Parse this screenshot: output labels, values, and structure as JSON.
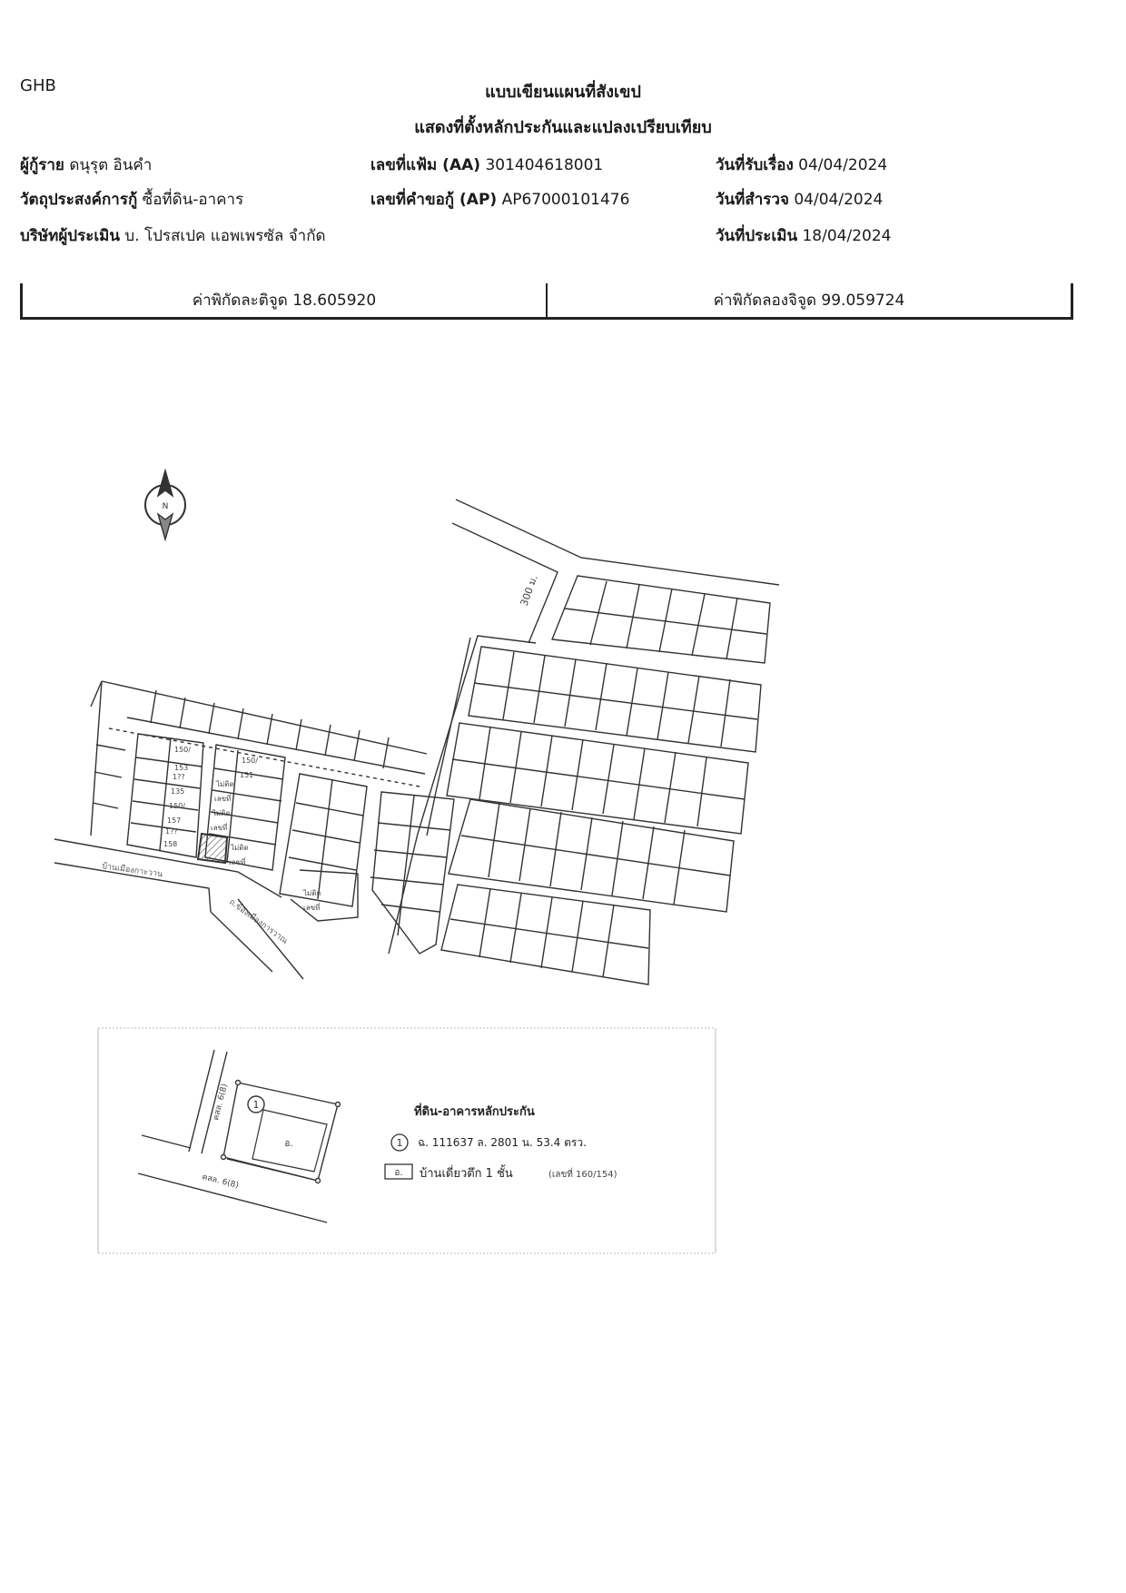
{
  "header": {
    "corner_code": "GHB",
    "title_line1": "แบบเขียนแผนที่สังเขป",
    "title_line2": "แสดงที่ตั้งหลักประกันและแปลงเปรียบเทียบ"
  },
  "fields": {
    "borrower_label": "ผู้กู้ราย",
    "borrower_value": "ดนุรุต อินคำ",
    "purpose_label": "วัตถุประสงค์การกู้",
    "purpose_value": "ซื้อที่ดิน-อาคาร",
    "appraiser_label": "บริษัทผู้ประเมิน",
    "appraiser_value": "บ. โปรสเปค แอพเพรซัล จำกัด",
    "file_no_label": "เลขที่แฟ้ม (AA)",
    "file_no_value": "301404618001",
    "application_no_label": "เลขที่คำขอกู้ (AP)",
    "application_no_value": "AP67000101476",
    "received_date_label": "วันที่รับเรื่อง",
    "received_date_value": "04/04/2024",
    "survey_date_label": "วันที่สำรวจ",
    "survey_date_value": "04/04/2024",
    "appraisal_date_label": "วันที่ประเมิน",
    "appraisal_date_value": "18/04/2024"
  },
  "coordinates": {
    "latitude_text": "ค่าพิกัดละติจูด 18.605920",
    "longitude_text": "ค่าพิกัดลองจิจูด 99.059724"
  },
  "map": {
    "north_label": "N",
    "road_distance": "300 ม.",
    "lot_labels": [
      "150/",
      "153",
      "1??",
      "135",
      "150/",
      "157",
      "1??",
      "158",
      "150/",
      "151",
      "ไม่ติด",
      "เลขที่",
      "ไม่ติด",
      "เลขที่",
      "ไม่ติด",
      "เลขที่",
      "ไม่ติด",
      "เลขที่"
    ],
    "road_label_1": "บ้านเมืองกาะวาน",
    "road_label_2": "ถ.ข้องเมืองการวาณ"
  },
  "legend": {
    "road_label_top": "คสล. 6(8)",
    "road_label_bottom": "คสล. 6(8)",
    "plot_marker": "1",
    "building_marker": "อ.",
    "title": "ที่ดิน-อาคารหลักประกัน",
    "item1": "ฉ. 111637  ล. 2801  น. 53.4 ตรว.",
    "item2_box": "อ.",
    "item2_text": "บ้านเดี่ยวตึก 1 ชั้น",
    "item2_note": "(เลขที่ 160/154)"
  }
}
